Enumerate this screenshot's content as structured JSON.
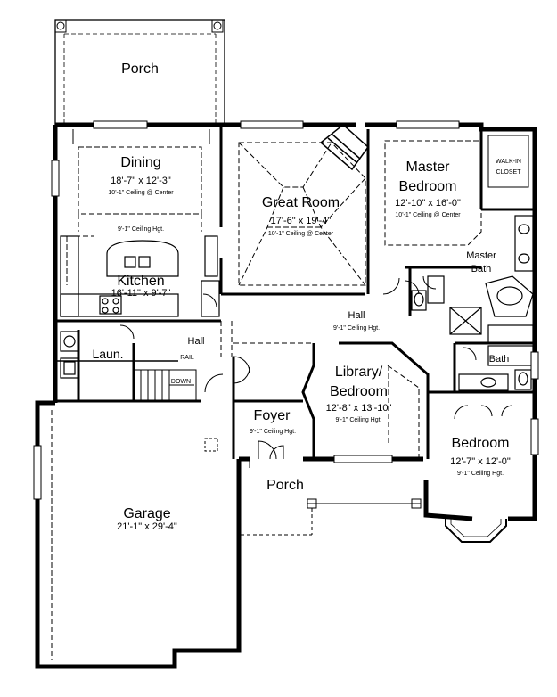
{
  "rooms": {
    "porch_top": {
      "name": "Porch"
    },
    "dining": {
      "name": "Dining",
      "dims": "18'-7\" x 12'-3\"",
      "note": "10'-1\" Ceiling @ Center"
    },
    "kitchen": {
      "name": "Kitchen",
      "dims": "16'-11\" x 9'-7\"",
      "note": "9'-1\" Ceiling Hgt."
    },
    "great_room": {
      "name": "Great Room",
      "dims": "17'-6\" x 19'-4\"",
      "note": "10'-1\" Ceiling @ Center"
    },
    "master_bedroom": {
      "name_line1": "Master",
      "name_line2": "Bedroom",
      "dims": "12'-10\" x 16'-0\"",
      "note": "10'-1\" Ceiling @ Center"
    },
    "walk_in_closet": {
      "line1": "WALK-IN",
      "line2": "CLOSET"
    },
    "master_bath": {
      "line1": "Master",
      "line2": "Bath"
    },
    "laundry": {
      "name": "Laun."
    },
    "hall_left": {
      "name": "Hall"
    },
    "hall_center": {
      "name": "Hall",
      "note": "9'-1\" Ceiling Hgt."
    },
    "stairs": {
      "rail": "RAIL",
      "down": "DOWN"
    },
    "library": {
      "name_line1": "Library/",
      "name_line2": "Bedroom",
      "dims": "12'-8\" x 13'-10\"",
      "note": "9'-1\" Ceiling Hgt."
    },
    "bath": {
      "name": "Bath"
    },
    "foyer": {
      "name": "Foyer",
      "note": "9'-1\" Ceiling Hgt."
    },
    "bedroom": {
      "name": "Bedroom",
      "dims": "12'-7\" x 12'-0\"",
      "note": "9'-1\" Ceiling Hgt."
    },
    "porch_front": {
      "name": "Porch"
    },
    "garage": {
      "name": "Garage",
      "dims": "21'-1\" x 29'-4\""
    }
  }
}
